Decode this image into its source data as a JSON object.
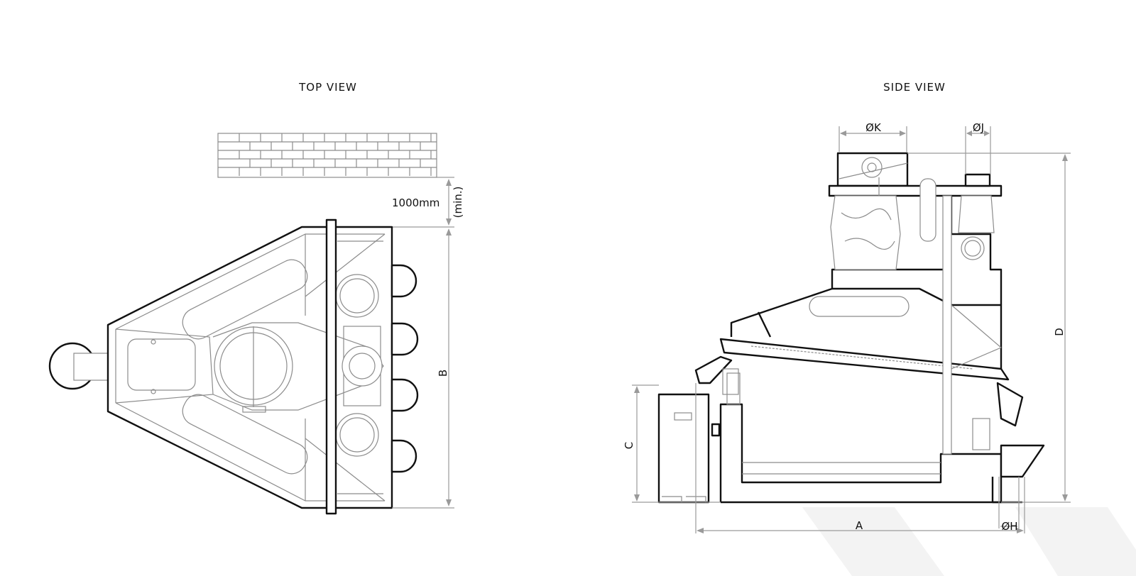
{
  "top_view": {
    "title": "TOP VIEW",
    "clearance_label": "1000mm",
    "clearance_note": "(min.)",
    "dimension_b": "B"
  },
  "side_view": {
    "title": "SIDE VIEW",
    "dimension_k": "ØK",
    "dimension_j": "ØJ",
    "dimension_d": "D",
    "dimension_c": "C",
    "dimension_a": "A",
    "dimension_h": "ØH"
  },
  "colors": {
    "line": "#111111",
    "detail": "#8c8c8c",
    "background_stripe": "#f3f3f3"
  }
}
